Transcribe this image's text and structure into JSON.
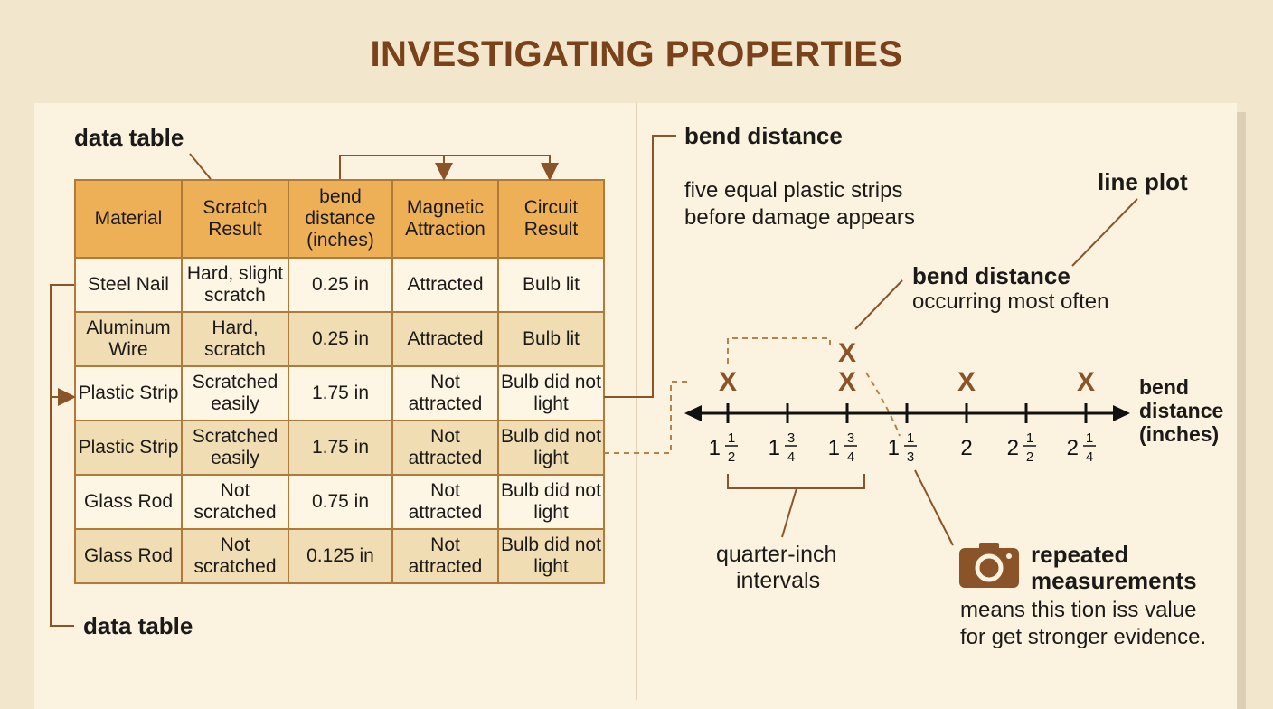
{
  "title": "INVESTIGATING PROPERTIES",
  "left": {
    "label_top": "data table",
    "label_bottom": "data table",
    "table": {
      "headers": [
        "Material",
        "Scratch Result",
        "bend distance (inches)",
        "Magnetic Attraction",
        "Circuit Result"
      ],
      "rows": [
        [
          "Steel Nail",
          "Hard, slight scratch",
          "0.25 in",
          "Attracted",
          "Bulb lit"
        ],
        [
          "Aluminum Wire",
          "Hard, scratch",
          "0.25 in",
          "Attracted",
          "Bulb lit"
        ],
        [
          "Plastic Strip",
          "Scratched easily",
          "1.75 in",
          "Not attracted",
          "Bulb did not light"
        ],
        [
          "Plastic Strip",
          "Scratched easily",
          "1.75 in",
          "Not attracted",
          "Bulb did not light"
        ],
        [
          "Glass Rod",
          "Not scratched",
          "0.75 in",
          "Not attracted",
          "Bulb did not light"
        ],
        [
          "Glass Rod",
          "Not scratched",
          "0.125 in",
          "Not attracted",
          "Bulb did not light"
        ]
      ]
    }
  },
  "right": {
    "bend_label": "bend distance",
    "bend_desc_1": "five equal plastic strips",
    "bend_desc_2": "before damage appears",
    "line_plot_label": "line plot",
    "mode_label": "bend distance",
    "mode_desc": "occurring most often",
    "axis_title_1": "bend",
    "axis_title_2": "distance",
    "axis_title_3": "(inches)",
    "tick_labels": [
      {
        "whole": "1",
        "num": "1",
        "den": "2"
      },
      {
        "whole": "1",
        "num": "3",
        "den": "4"
      },
      {
        "whole": "1",
        "num": "3",
        "den": "4"
      },
      {
        "whole": "1",
        "num": "1",
        "den": "3"
      },
      {
        "whole": "2",
        "num": "",
        "den": ""
      },
      {
        "whole": "2",
        "num": "1",
        "den": "2"
      },
      {
        "whole": "2",
        "num": "1",
        "den": "4"
      }
    ],
    "marks": [
      {
        "tick": 0,
        "count": 1
      },
      {
        "tick": 2,
        "count": 2
      },
      {
        "tick": 4,
        "count": 1
      },
      {
        "tick": 6,
        "count": 1
      }
    ],
    "mark_symbol": "X",
    "interval_label_1": "quarter-inch",
    "interval_label_2": "intervals",
    "repeat_title_1": "repeated",
    "repeat_title_2": "measurements",
    "repeat_desc_1": "means this tion iss value",
    "repeat_desc_2": "for get stronger evidence.",
    "icon": "camera-icon"
  },
  "colors": {
    "title": "#7a421b",
    "accent": "#8a5428",
    "header": "#eeb057",
    "mark": "#8a5428"
  }
}
